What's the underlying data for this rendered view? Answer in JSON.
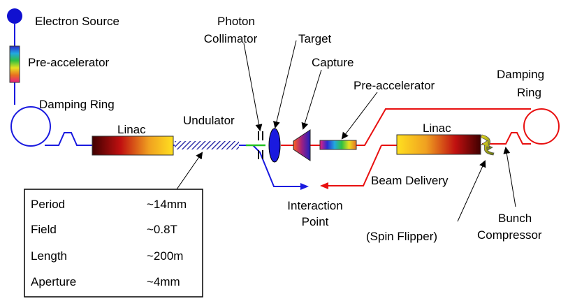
{
  "labels": {
    "electron_source": "Electron Source",
    "pre_accelerator_left": "Pre-accelerator",
    "damping_ring_left": "Damping Ring",
    "linac_left": "Linac",
    "undulator": "Undulator",
    "photon_collimator_line1": "Photon",
    "photon_collimator_line2": "Collimator",
    "target": "Target",
    "capture": "Capture",
    "pre_accelerator_right": "Pre-accelerator",
    "damping_ring_right_line1": "Damping",
    "damping_ring_right_line2": "Ring",
    "linac_right": "Linac",
    "beam_delivery": "Beam Delivery",
    "interaction_point_line1": "Interaction",
    "interaction_point_line2": "Point",
    "spin_flipper": "(Spin Flipper)",
    "bunch_compressor_line1": "Bunch",
    "bunch_compressor_line2": "Compressor"
  },
  "undulator_specs": [
    {
      "param": "Period",
      "value": "~14mm"
    },
    {
      "param": "Field",
      "value": "~0.8T"
    },
    {
      "param": "Length",
      "value": "~200m"
    },
    {
      "param": "Aperture",
      "value": "~4mm"
    }
  ],
  "colors": {
    "electron_beam": "#1a1adf",
    "positron_beam": "#e81010",
    "photon_beam": "#22c022",
    "source": "#1010d0"
  }
}
